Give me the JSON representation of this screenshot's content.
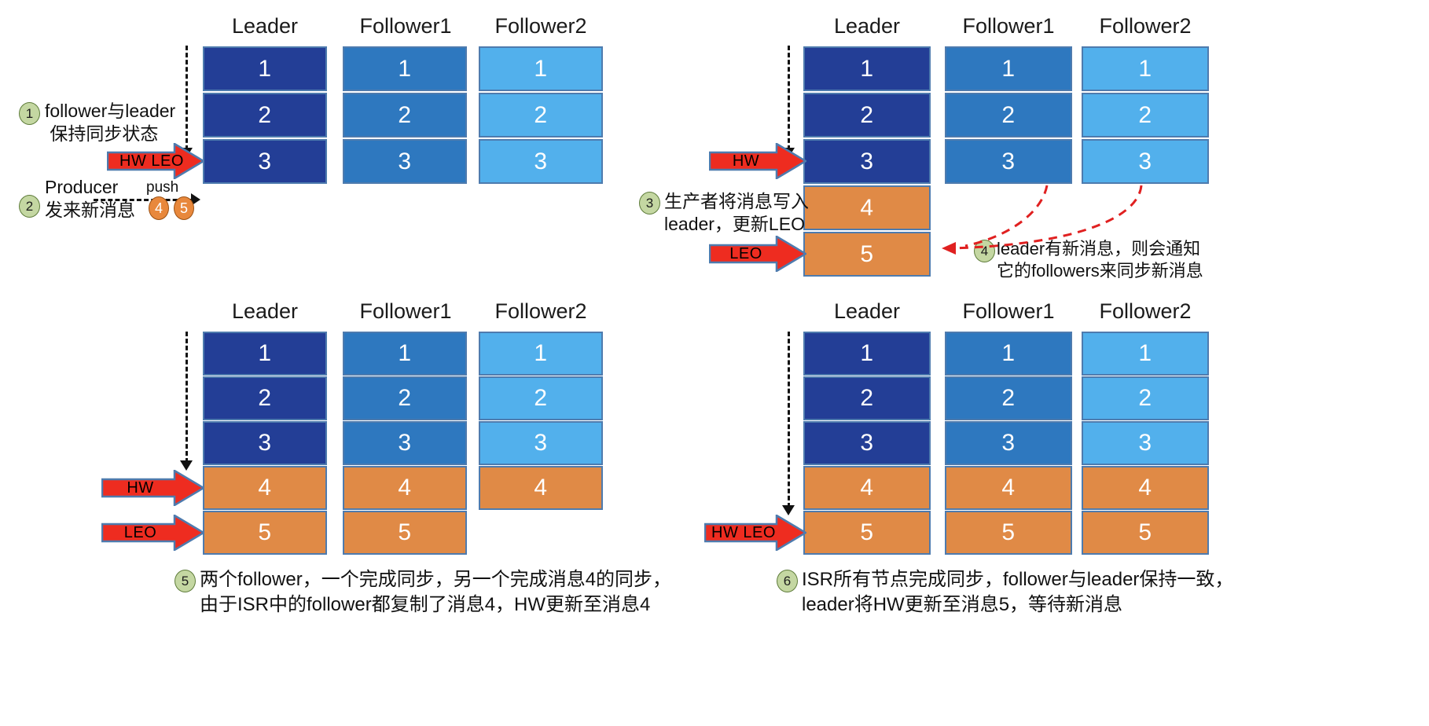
{
  "diagram": {
    "title": "Kafka HW / LEO replication sync",
    "colors": {
      "leader": "#233E96",
      "follower1": "#2E78BF",
      "follower2": "#52B0EC",
      "new_message": "#E08A46",
      "cell_border": "#4E7BAE",
      "pointer_fill": "#EE2C20",
      "pointer_border": "#4E7BAE",
      "badge_green": "#C4D7A2",
      "badge_orange": "#E8883C",
      "curve_arrow": "#E02020",
      "background": "#FFFFFF"
    },
    "column_headers": [
      "Leader",
      "Follower1",
      "Follower2"
    ],
    "panels": [
      {
        "id": "panel-1",
        "headers": [
          "Leader",
          "Follower1",
          "Follower2"
        ],
        "columns": [
          {
            "role": "Leader",
            "cells": [
              "1",
              "2",
              "3"
            ]
          },
          {
            "role": "Follower1",
            "cells": [
              "1",
              "2",
              "3"
            ]
          },
          {
            "role": "Follower2",
            "cells": [
              "1",
              "2",
              "3"
            ]
          }
        ],
        "pointers": [
          {
            "label": "HW  LEO",
            "target_offset": "3"
          }
        ],
        "notes": [
          {
            "badge": "1",
            "badge_style": "green",
            "text": "follower与leader\n 保持同步状态"
          },
          {
            "badge": "2",
            "badge_style": "green",
            "text": "Producer\n发来新消息"
          }
        ],
        "push": {
          "label": "push",
          "messages": [
            "4",
            "5"
          ]
        }
      },
      {
        "id": "panel-2",
        "headers": [
          "Leader",
          "Follower1",
          "Follower2"
        ],
        "columns": [
          {
            "role": "Leader",
            "cells": [
              "1",
              "2",
              "3",
              "4",
              "5"
            ]
          },
          {
            "role": "Follower1",
            "cells": [
              "1",
              "2",
              "3"
            ]
          },
          {
            "role": "Follower2",
            "cells": [
              "1",
              "2",
              "3"
            ]
          }
        ],
        "pointers": [
          {
            "label": "HW",
            "target_offset": "3"
          },
          {
            "label": "LEO",
            "target_offset": "5"
          }
        ],
        "notes": [
          {
            "badge": "3",
            "badge_style": "green",
            "text": "生产者将消息写入\nleader，更新LEO"
          },
          {
            "badge": "4",
            "badge_style": "green",
            "text": "leader有新消息，则会通知\n它的followers来同步新消息"
          }
        ]
      },
      {
        "id": "panel-3",
        "headers": [
          "Leader",
          "Follower1",
          "Follower2"
        ],
        "columns": [
          {
            "role": "Leader",
            "cells": [
              "1",
              "2",
              "3",
              "4",
              "5"
            ]
          },
          {
            "role": "Follower1",
            "cells": [
              "1",
              "2",
              "3",
              "4",
              "5"
            ]
          },
          {
            "role": "Follower2",
            "cells": [
              "1",
              "2",
              "3",
              "4"
            ]
          }
        ],
        "pointers": [
          {
            "label": "HW",
            "target_offset": "4"
          },
          {
            "label": "LEO",
            "target_offset": "5"
          }
        ],
        "caption": {
          "badge": "5",
          "badge_style": "green",
          "text": "两个follower，一个完成同步，另一个完成消息4的同步，\n由于ISR中的follower都复制了消息4，HW更新至消息4"
        }
      },
      {
        "id": "panel-4",
        "headers": [
          "Leader",
          "Follower1",
          "Follower2"
        ],
        "columns": [
          {
            "role": "Leader",
            "cells": [
              "1",
              "2",
              "3",
              "4",
              "5"
            ]
          },
          {
            "role": "Follower1",
            "cells": [
              "1",
              "2",
              "3",
              "4",
              "5"
            ]
          },
          {
            "role": "Follower2",
            "cells": [
              "1",
              "2",
              "3",
              "4",
              "5"
            ]
          }
        ],
        "pointers": [
          {
            "label": "HW  LEO",
            "target_offset": "5"
          }
        ],
        "caption": {
          "badge": "6",
          "badge_style": "green",
          "text": "ISR所有节点完成同步，follower与leader保持一致，\nleader将HW更新至消息5，等待新消息"
        }
      }
    ]
  }
}
